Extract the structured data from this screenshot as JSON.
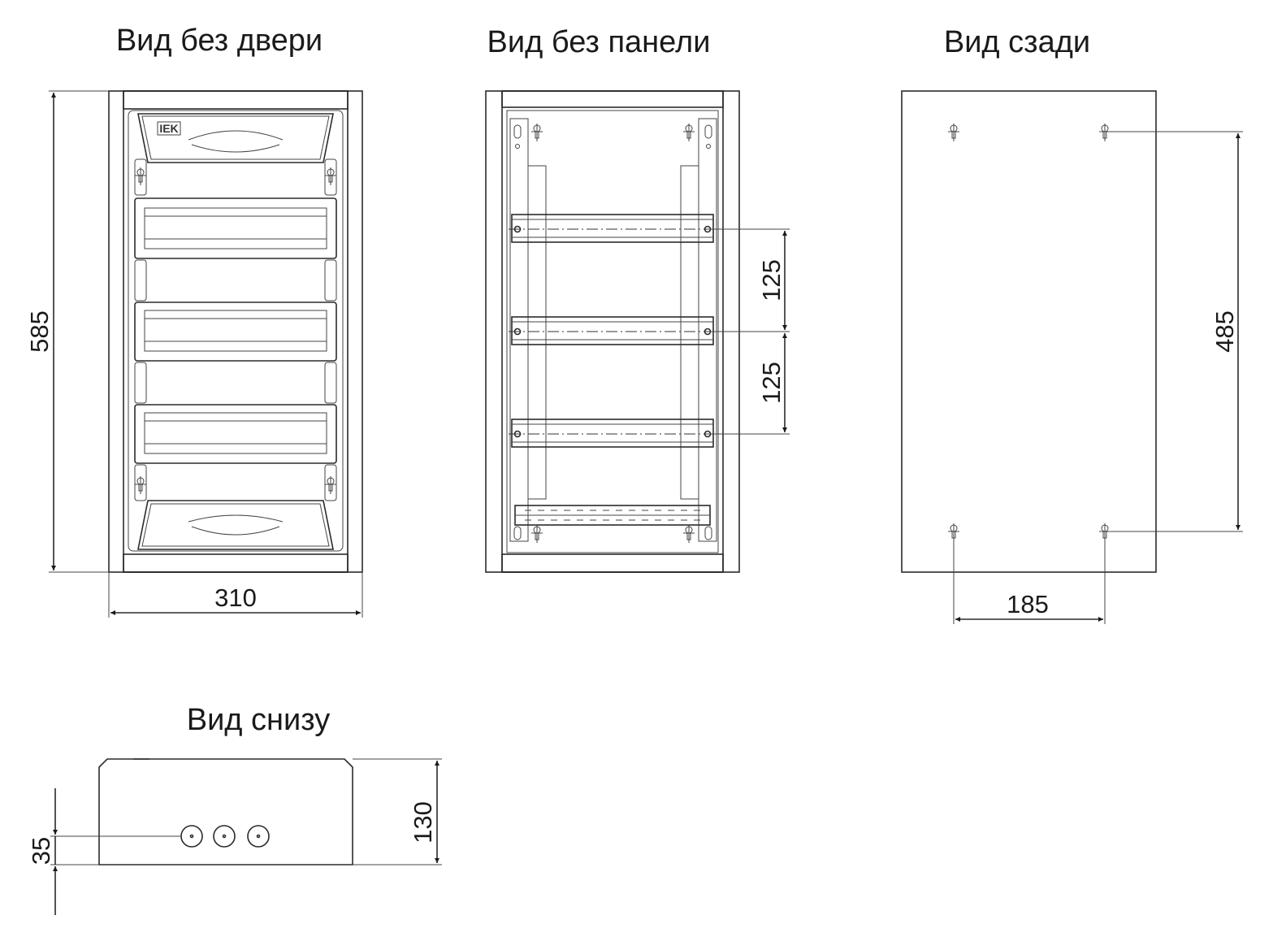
{
  "views": {
    "front": {
      "title": "Вид без двери",
      "brand": "IEK"
    },
    "panel": {
      "title": "Вид без панели"
    },
    "back": {
      "title": "Вид сзади"
    },
    "bottom": {
      "title": "Вид снизу"
    }
  },
  "dimensions": {
    "height": "585",
    "width": "310",
    "rail_pitch_1": "125",
    "rail_pitch_2": "125",
    "mount_vertical": "485",
    "mount_horizontal": "185",
    "depth": "130",
    "knockout_offset": "35"
  }
}
